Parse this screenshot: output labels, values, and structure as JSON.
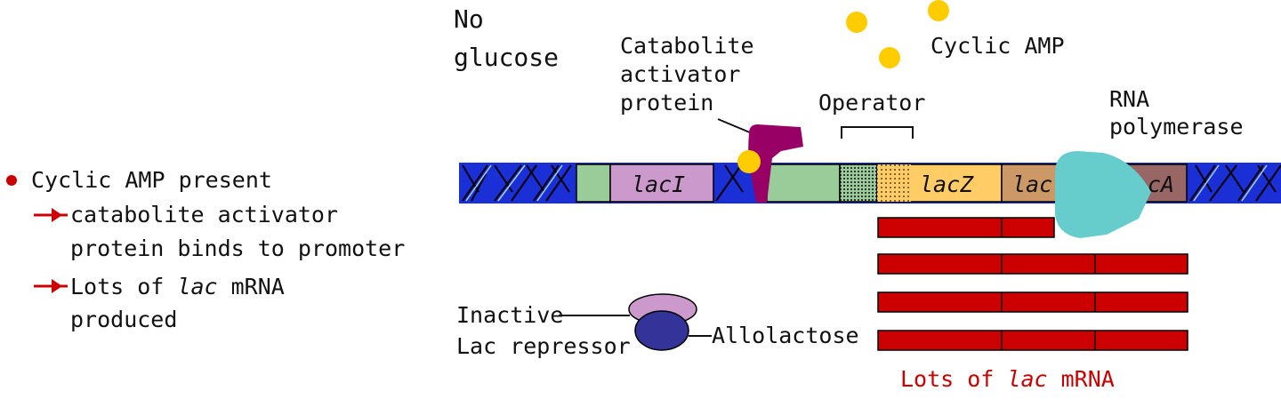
{
  "legend": {
    "line1": "Cyclic AMP present",
    "line2": "catabolite activator",
    "line3": "protein binds to promoter",
    "line4_pre": "Lots of ",
    "line4_italic": "lac",
    "line4_post": " mRNA",
    "line5": "produced"
  },
  "condition": {
    "line1": "No",
    "line2": "glucose"
  },
  "labels": {
    "cap_line1": "Catabolite",
    "cap_line2": "activator",
    "cap_line3": "protein",
    "operator": "Operator",
    "camp": "Cyclic AMP",
    "rnap_line1": "RNA",
    "rnap_line2": "polymerase",
    "inactive_line1": "Inactive",
    "inactive_line2": "Lac repressor",
    "allolactose": "Allolactose",
    "mrna_pre": "Lots of ",
    "mrna_italic": "lac",
    "mrna_post": " mRNA"
  },
  "genes": {
    "laci": "lacI",
    "lacz": "lacZ",
    "lacy": "lac",
    "laca": "cA"
  },
  "colors": {
    "dna_blue": "#1a2fd6",
    "promoter_green": "#99cc99",
    "laci_pink": "#cc99cc",
    "lacz_yellow": "#ffcc66",
    "lacy_tan": "#cc9966",
    "laca_brown": "#996666",
    "cap_purple": "#990066",
    "camp_yellow": "#ffcc00",
    "rnap_cyan": "#66cccc",
    "repressor_lilac": "#cc99cc",
    "allolactose_navy": "#333399",
    "mrna_red": "#cc0000",
    "bullet_red": "#cc0000"
  }
}
